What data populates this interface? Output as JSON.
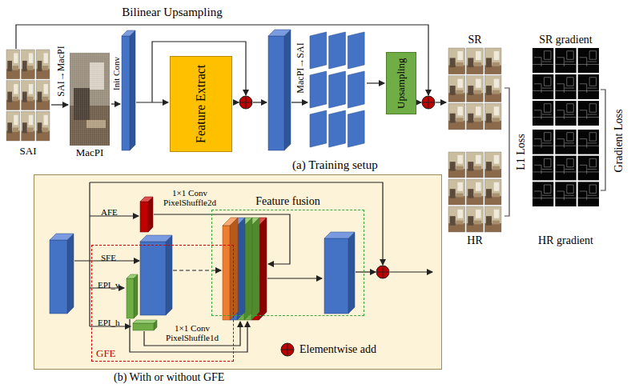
{
  "diagram": {
    "nodes": [
      {
        "text": [
          "SAI"
        ]
      },
      {
        "text": [
          "MacPI"
        ]
      },
      {
        "text": [
          "Feature Extract"
        ]
      },
      {
        "text": [
          "Upsampling"
        ]
      },
      {
        "text": [
          "SR"
        ]
      },
      {
        "text": [
          "SR gradient"
        ]
      },
      {
        "text": [
          "HR"
        ]
      },
      {
        "text": [
          "HR gradient"
        ]
      },
      {
        "text": [
          "(b) With or without GFE"
        ]
      },
      {
        "text": [
          "GFE"
        ],
        "in": 8
      },
      {
        "text": [
          "Feature fusion"
        ],
        "in": 8
      }
    ],
    "edges": [
      {
        "from": 0,
        "to": 1,
        "label": "SAI→MacPI",
        "arrow": "to"
      }
    ],
    "labels": [
      "Bilinear Upsampling",
      "Init Conv",
      "MacPI→SAI",
      "L1 Loss",
      "Gradient Loss",
      "(a) Training setup",
      "AFE",
      "1×1 Conv PixelShuffle2d",
      "SFE",
      "EPI_v",
      "EPI_h",
      "1×1 Conv PixelShuffle1d"
    ],
    "legend": [
      {
        "text": "Elementwise add"
      }
    ]
  }
}
